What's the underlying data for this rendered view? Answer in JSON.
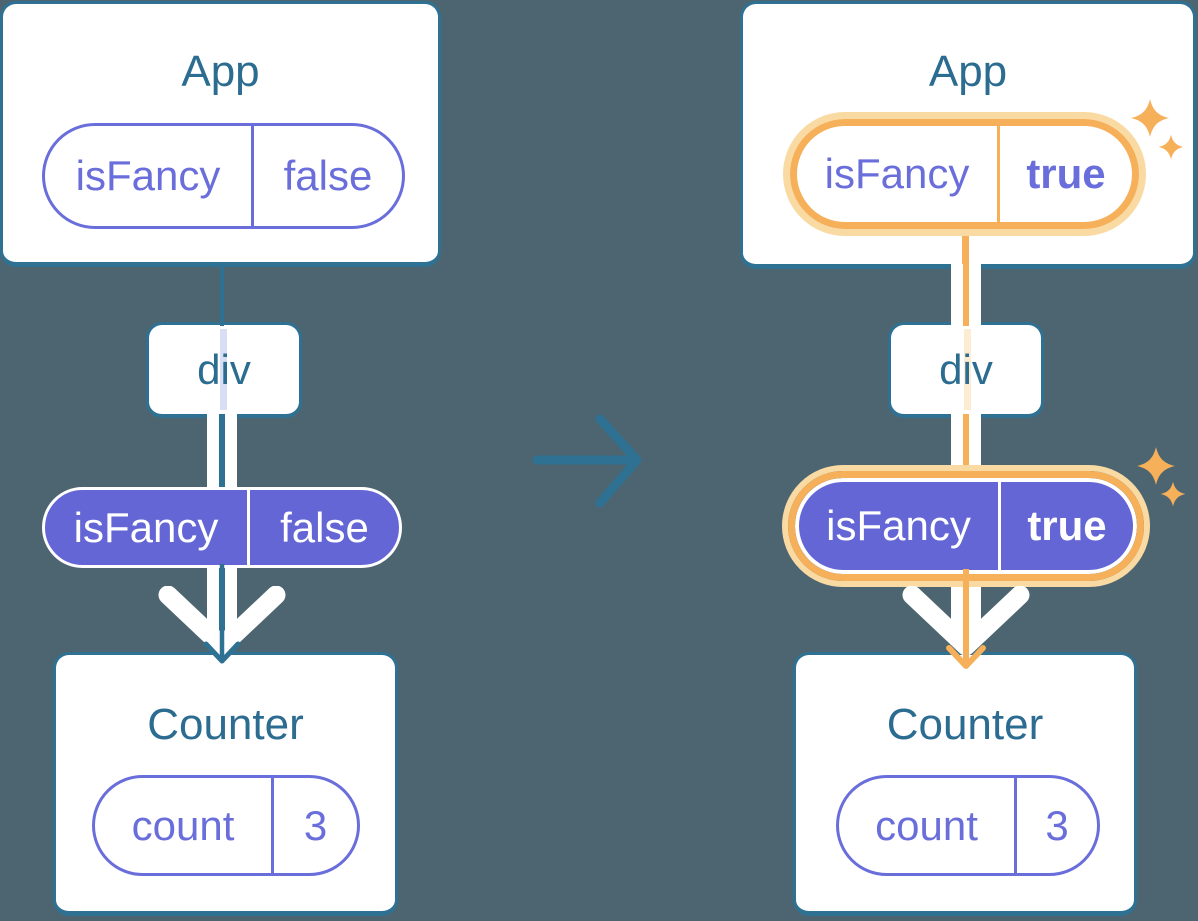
{
  "colors": {
    "bg": "#4d6570",
    "blue": "#2f7192",
    "title": "#2b6c90",
    "purple-fill": "#6366d4",
    "purple-line": "#6a6edb",
    "purple-bold": "#5b5fd9",
    "orange": "#f6b05a",
    "orange-glow": "#fadaa3",
    "orange-pale": "#fcecd2",
    "lavender": "#d8def3",
    "white": "#ffffff"
  },
  "icons": {
    "transition": "right-arrow-icon",
    "flow": "down-arrow-icon",
    "highlight": "sparkle-icon"
  },
  "trees": [
    {
      "state": "before",
      "app": {
        "title": "App",
        "prop_name": "isFancy",
        "prop_value": "false"
      },
      "div_label": "div",
      "passed_prop": {
        "name": "isFancy",
        "value": "false"
      },
      "counter": {
        "title": "Counter",
        "state_name": "count",
        "state_value": "3"
      },
      "highlighted": false
    },
    {
      "state": "after",
      "app": {
        "title": "App",
        "prop_name": "isFancy",
        "prop_value": "true"
      },
      "div_label": "div",
      "passed_prop": {
        "name": "isFancy",
        "value": "true"
      },
      "counter": {
        "title": "Counter",
        "state_name": "count",
        "state_value": "3"
      },
      "highlighted": true
    }
  ]
}
